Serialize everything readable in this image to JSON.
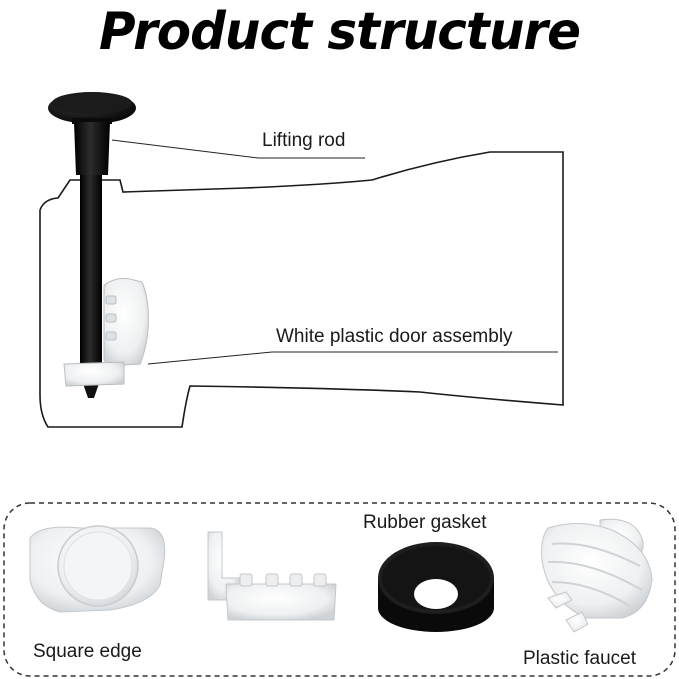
{
  "title": "Product structure",
  "callouts": {
    "lifting_rod": "Lifting rod",
    "door_assembly": "White plastic door assembly"
  },
  "parts": {
    "square_edge": "Square edge",
    "rubber_gasket": "Rubber gasket",
    "plastic_faucet": "Plastic faucet"
  }
}
